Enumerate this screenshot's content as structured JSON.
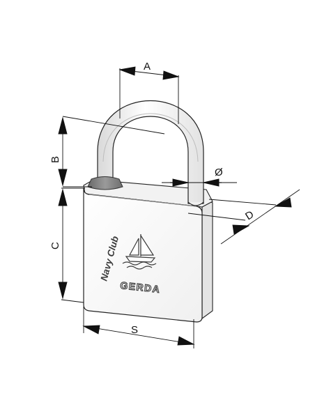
{
  "dimensions": {
    "a": "A",
    "b": "B",
    "c": "C",
    "d": "D",
    "s": "S",
    "diameter": "Ø"
  },
  "body_engraving": {
    "club_text": "Navy Club",
    "brand_logo": "GERDA"
  },
  "icons": {
    "sailboat": "sailboat-icon"
  },
  "colors": {
    "line": "#111111",
    "body_fill": "#f7f7f7",
    "bumper": "#7b7b7b",
    "engraving": "#3a3a3a"
  }
}
